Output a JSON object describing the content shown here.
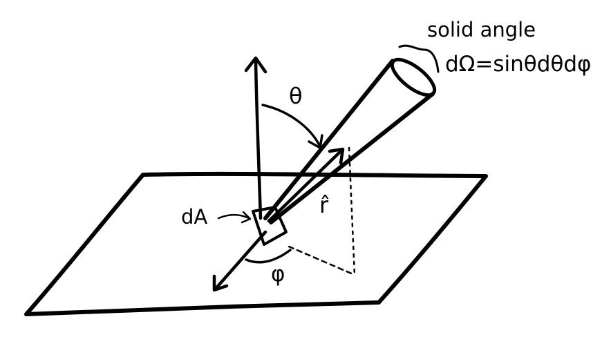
{
  "labels": {
    "solid_angle_title": "solid angle",
    "solid_angle_formula": "dΩ=sinθdθdφ",
    "theta": "θ",
    "area_element": "dA",
    "direction": "r̂",
    "phi": "φ"
  },
  "colors": {
    "ink": "#000000",
    "background": "#ffffff"
  }
}
